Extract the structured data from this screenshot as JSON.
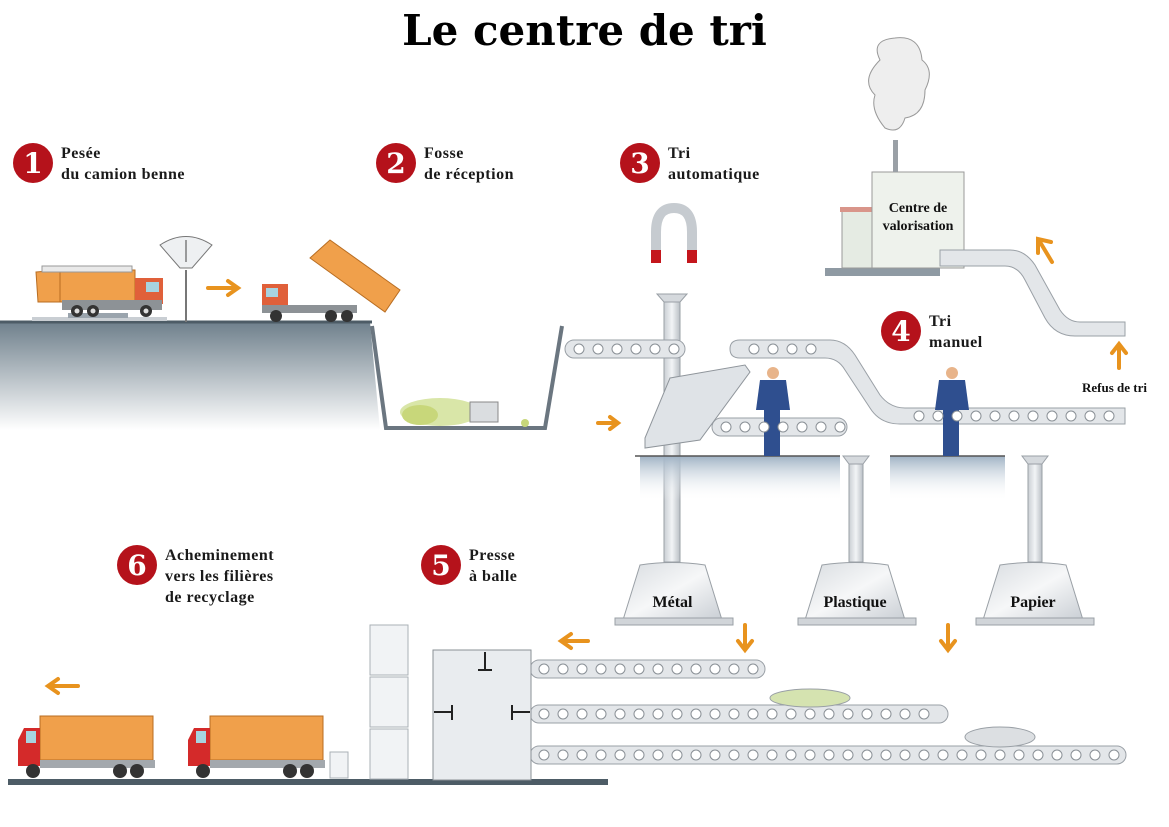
{
  "title": "Le centre de tri",
  "steps": [
    {
      "number": "1",
      "lines": [
        "Pesée",
        "du camion benne"
      ]
    },
    {
      "number": "2",
      "lines": [
        "Fosse",
        "de réception"
      ]
    },
    {
      "number": "3",
      "lines": [
        "Tri",
        "automatique"
      ]
    },
    {
      "number": "4",
      "lines": [
        "Tri",
        "manuel"
      ]
    },
    {
      "number": "5",
      "lines": [
        "Presse",
        "à balle"
      ]
    },
    {
      "number": "6",
      "lines": [
        "Acheminement",
        "vers les filières",
        "de recyclage"
      ]
    }
  ],
  "labels": {
    "valorisation": [
      "Centre de",
      "valorisation"
    ],
    "refus": "Refus de tri",
    "bins": [
      "Métal",
      "Plastique",
      "Papier"
    ]
  },
  "colors": {
    "badge": "#b5121b",
    "arrow": "#e8931e",
    "truck_body": "#f0a04b",
    "truck_cab_red": "#d42a2a",
    "truck_cab_orange": "#e0603a",
    "ground": "#4d5c66",
    "worker": "#2f4f8f"
  }
}
